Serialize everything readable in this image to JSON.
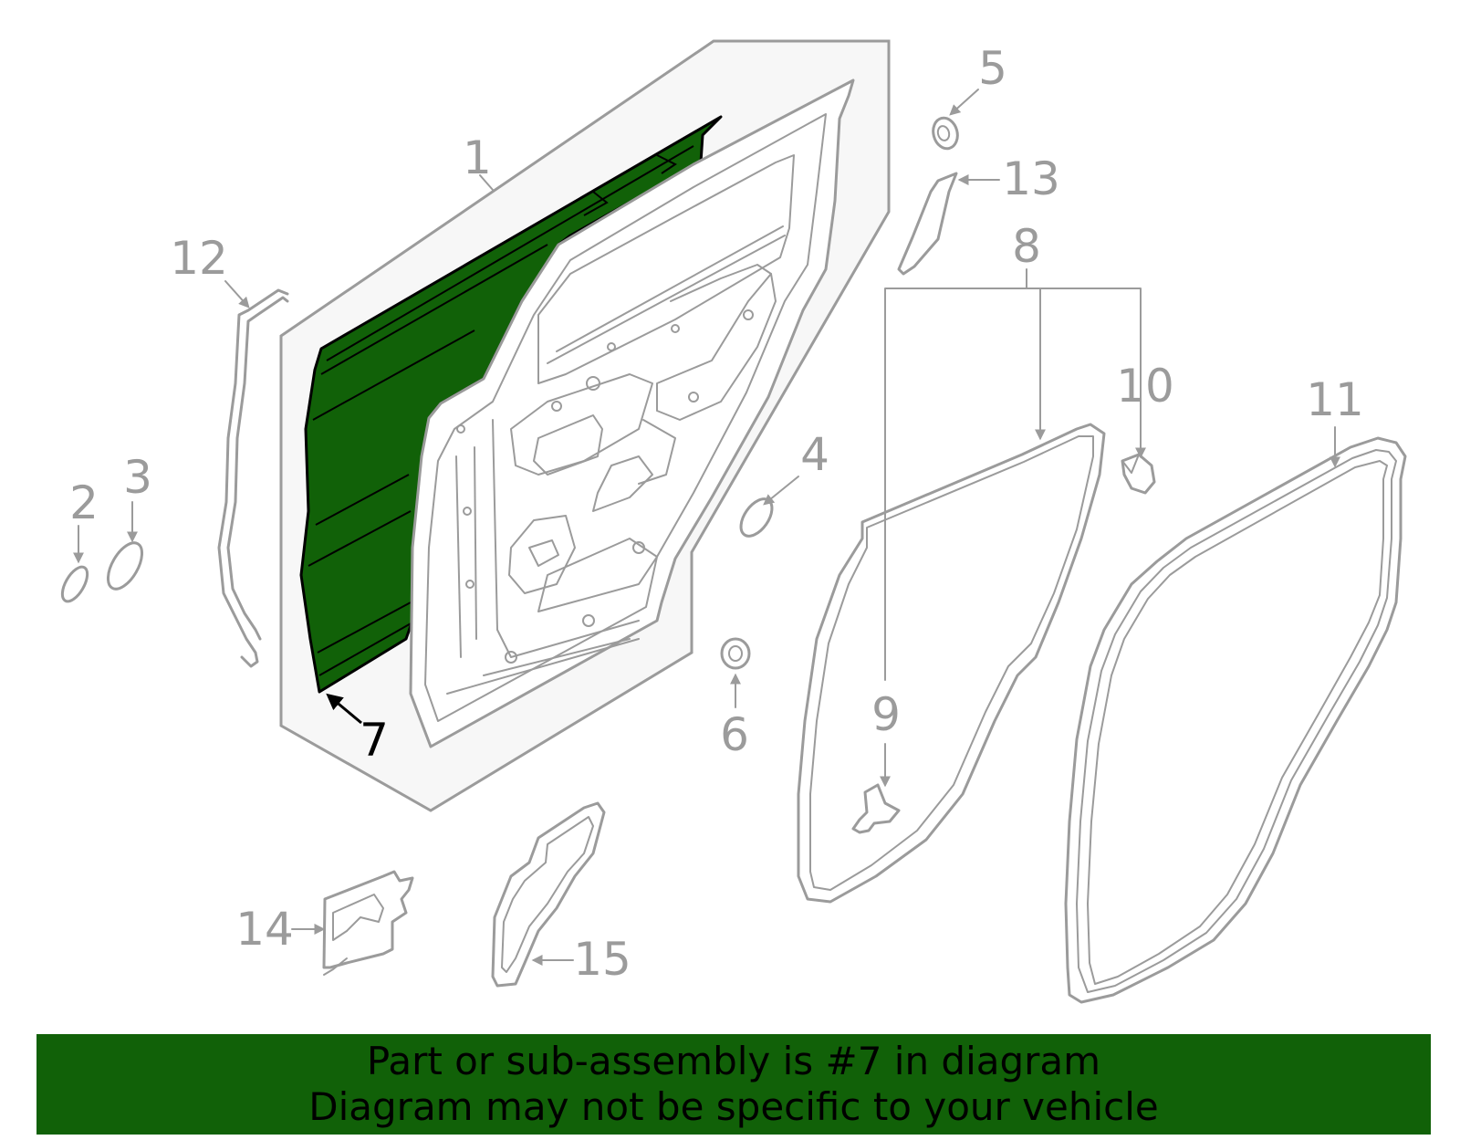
{
  "diagram": {
    "callouts": [
      "1",
      "2",
      "3",
      "4",
      "5",
      "6",
      "7",
      "8",
      "9",
      "10",
      "11",
      "12",
      "13",
      "14",
      "15"
    ],
    "highlighted_part": "7",
    "highlight_color": "#116108",
    "line_color": "#9b9b9b"
  },
  "banner": {
    "line1": "Part or sub-assembly is #7 in diagram",
    "line2": "Diagram may not be specific to your vehicle",
    "background": "#116108"
  }
}
